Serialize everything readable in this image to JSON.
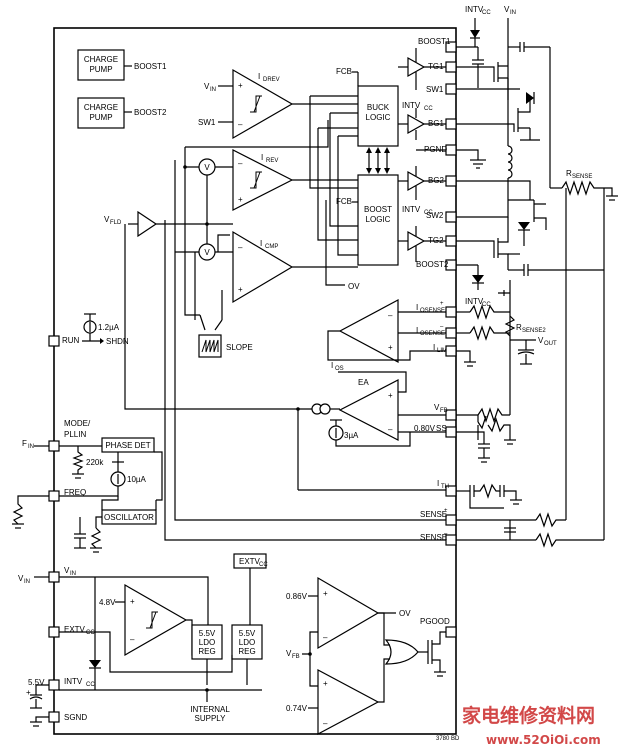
{
  "pins": {
    "boost1": "BOOST1",
    "tg1": "TG1",
    "sw1": "SW1",
    "bg1": "BG1",
    "pgnd": "PGND",
    "bg2": "BG2",
    "sw2": "SW2",
    "tg2": "TG2",
    "boost2": "BOOST2",
    "isense_plus": "I",
    "isense_plus_sub": "OSENSE",
    "isense_plus_sup": "+",
    "isense_minus": "I",
    "isense_minus_sub": "OSENSE",
    "isense_minus_sup": "–",
    "ilim": "I",
    "ilim_sub": "LIM",
    "vfb": "V",
    "vfb_sub": "FB",
    "ss": "SS",
    "ith": "I",
    "ith_sub": "TH",
    "sense_plus": "SENSE",
    "sense_plus_sup": "+",
    "sense_minus": "SENSE",
    "sense_minus_sup": "–",
    "pgood": "PGOOD",
    "run": "RUN",
    "mode": "MODE/",
    "pllin": "PLLIN",
    "fin": "F",
    "fin_sub": "IN",
    "freq": "FREQ",
    "vin_pin": "V",
    "vin_pin_sub": "IN",
    "extvcc": "EXTV",
    "extvcc_sub": "CC",
    "intvcc": "INTV",
    "intvcc_sub": "CC",
    "sgnd": "SGND"
  },
  "blocks": {
    "charge_pump_1": [
      "CHARGE",
      "PUMP"
    ],
    "boost1_out": "BOOST1",
    "charge_pump_2": [
      "CHARGE",
      "PUMP"
    ],
    "boost2_out": "BOOST2",
    "buck_logic": [
      "BUCK",
      "LOGIC"
    ],
    "boost_logic": [
      "BOOST",
      "LOGIC"
    ],
    "phase_det": "PHASE DET",
    "oscillator": "OSCILLATOR",
    "slope": "SLOPE",
    "ldo1": [
      "5.5V",
      "LDO",
      "REG"
    ],
    "ldo2": [
      "5.5V",
      "LDO",
      "REG"
    ],
    "internal_supply": [
      "INTERNAL",
      "SUPPLY"
    ],
    "extvcc_box": "EXTV",
    "extvcc_box_sub": "CC"
  },
  "labels": {
    "intvcc_top": "INTV",
    "intvcc_top_sub": "CC",
    "vin_top": "V",
    "vin_top_sub": "IN",
    "rsense": "R",
    "rsense_sub": "SENSE",
    "rsense2": "R",
    "rsense2_sub": "SENSE2",
    "vout": "V",
    "vout_sub": "OUT",
    "idrev": "I",
    "idrev_sub": "DREV",
    "irev": "I",
    "irev_sub": "REV",
    "icmp": "I",
    "icmp_sub": "CMP",
    "ios": "I",
    "ios_sub": "OS",
    "ea": "EA",
    "vin_cmp": "V",
    "vin_cmp_sub": "IN",
    "sw1_in": "SW1",
    "vfld": "V",
    "vfld_sub": "FLD",
    "fcb1": "FCB",
    "fcb2": "FCB",
    "ov": "OV",
    "ov2": "OV",
    "shdn": "SHDN",
    "i12ua": "1.2µA",
    "i3ua": "3µA",
    "i10ua": "10µA",
    "v080": "0.80V",
    "r220k": "220k",
    "v48": "4.8V",
    "v086": "0.86V",
    "v074": "0.74V",
    "vfb_cmp": "V",
    "vfb_cmp_sub": "FB",
    "v55": "5.5V",
    "intvcc_mid1": "INTV",
    "intvcc_mid1_sub": "CC",
    "intvcc_mid2": "INTV",
    "intvcc_mid2_sub": "CC",
    "intvcc_mid3": "INTV",
    "intvcc_mid3_sub": "CC",
    "fig_id": "3780 BD",
    "v_sym": "V"
  },
  "watermark": {
    "cn": "家电维修资料网",
    "url": "www.52OiOi.com"
  }
}
